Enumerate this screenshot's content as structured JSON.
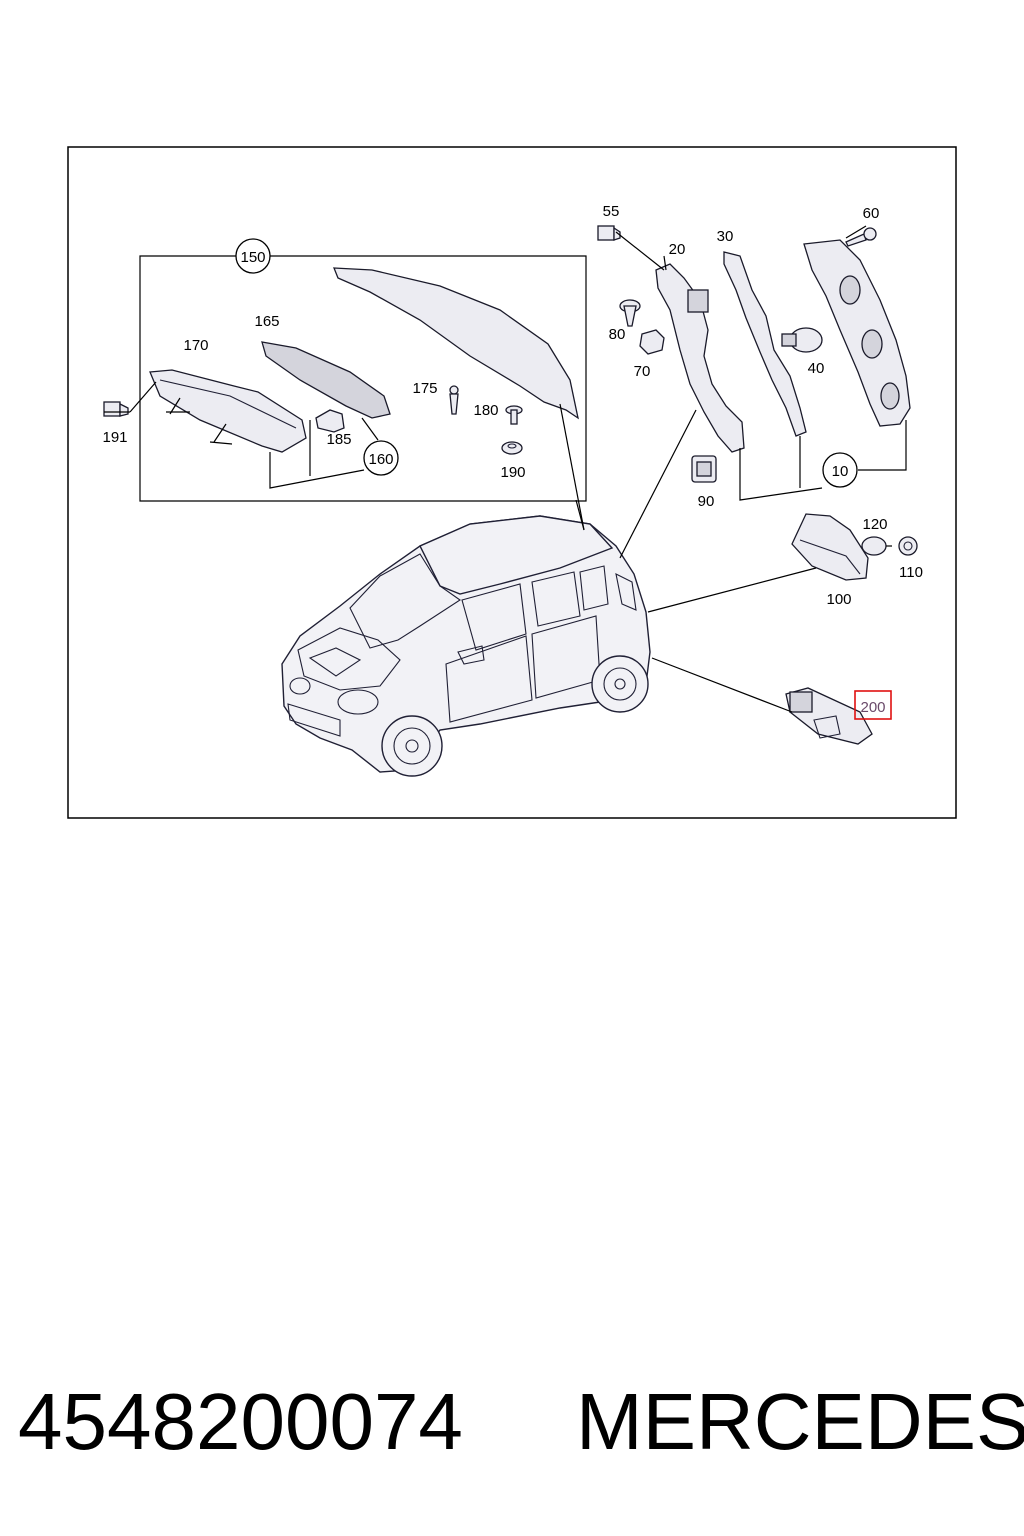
{
  "callouts": {
    "c10": "10",
    "c20": "20",
    "c30": "30",
    "c40": "40",
    "c55": "55",
    "c60": "60",
    "c70": "70",
    "c80": "80",
    "c90": "90",
    "c100": "100",
    "c110": "110",
    "c120": "120",
    "c150": "150",
    "c160": "160",
    "c165": "165",
    "c170": "170",
    "c175": "175",
    "c180": "180",
    "c185": "185",
    "c190": "190",
    "c191": "191",
    "c200": "200"
  },
  "highlight_color": "#e01010",
  "highlight_text_color": "#6a4a6a",
  "footer": {
    "part_number": "4548200074",
    "brand": "MERCEDES"
  }
}
